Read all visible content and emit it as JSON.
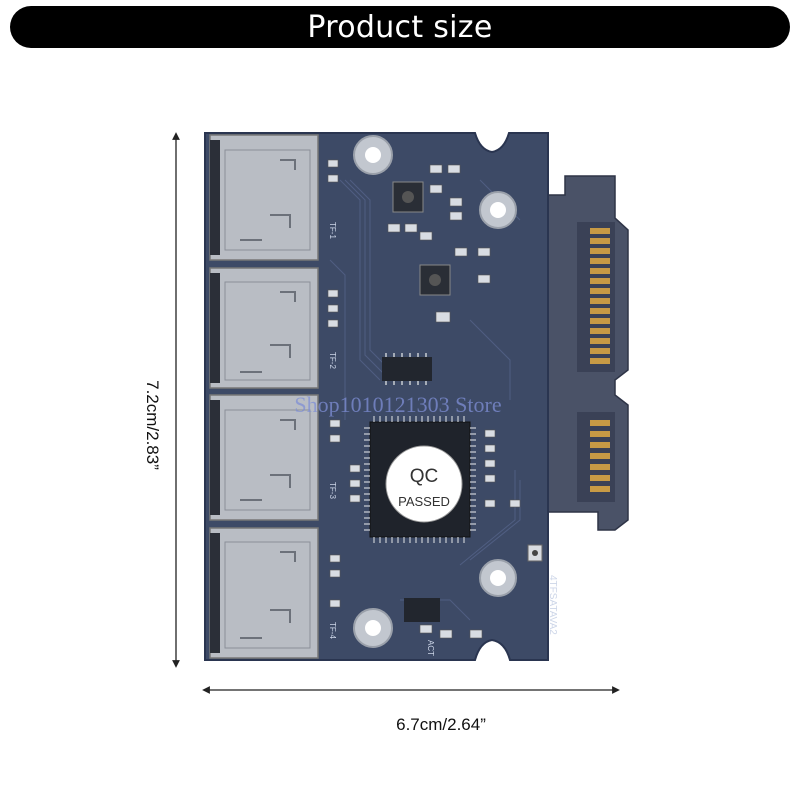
{
  "header": {
    "title": "Product size"
  },
  "dimensions": {
    "height_label": "7.2cm/2.83”",
    "width_label": "6.7cm/2.64”"
  },
  "board": {
    "qc_line1": "QC",
    "qc_line2": "PASSED",
    "model_label": "4TFSATAVA2",
    "act_label": "ACT",
    "slot_labels": [
      "TF-1",
      "TF-2",
      "TF-3",
      "TF-4"
    ],
    "watermark": "Shop1010121303 Store"
  },
  "colors": {
    "pcb": "#3d4a66",
    "pcb_edge": "#2a3550",
    "connector": "#4a5267",
    "gold": "#c79a45",
    "metal": "#b9bdc4",
    "title_bg": "#000000",
    "title_text": "#ffffff"
  }
}
